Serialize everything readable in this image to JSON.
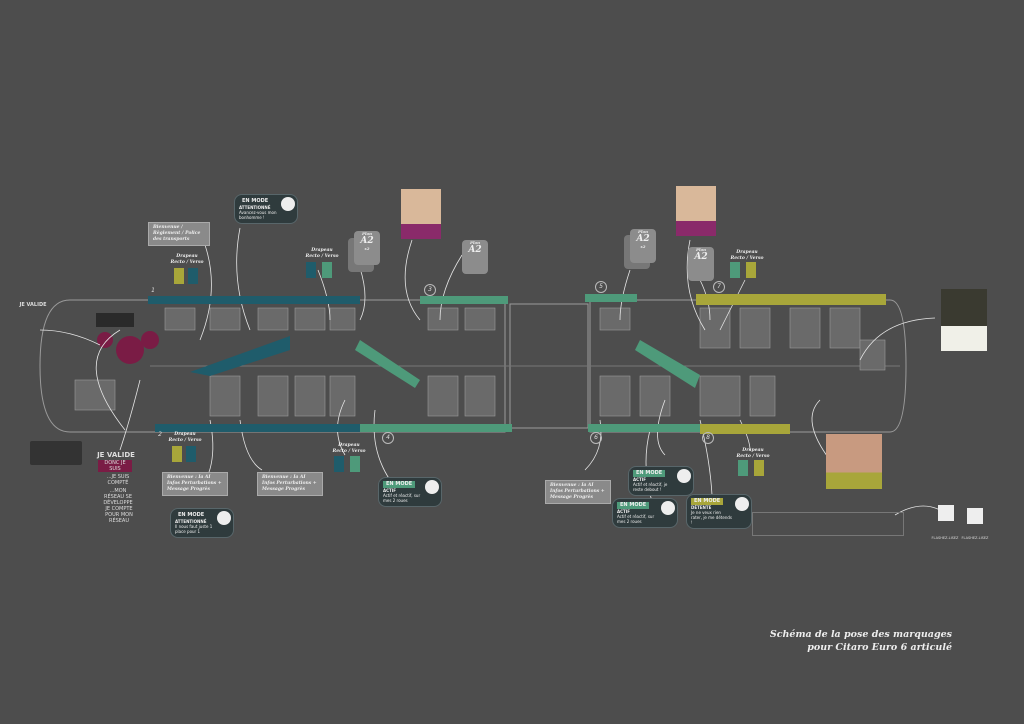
{
  "title": {
    "line1": "Schéma de la pose des marquages",
    "line2": "pour Citaro Euro 6 articulé"
  },
  "colors": {
    "background": "#4d4d4d",
    "teal": "#1f5c6b",
    "green": "#4e9a7a",
    "olive": "#a8a63a",
    "magenta": "#7a1c45",
    "grey": "#8a8a8a"
  },
  "notes": {
    "bienvenue_reglement": "Bienvenue / Règlement / Police des transports",
    "bienvenue_ia_1": "Bienvenue : Ia AI Infos Perturbations + Message Progrès",
    "bienvenue_ia_2": "Bienvenue : Ia AI Infos Perturbations + Message Progrès",
    "bienvenue_ia_3": "Bienvenue : Ia AI Infos Perturbations + Message Progrès"
  },
  "flag_label": "Drapeau Recto / Verso",
  "plans": {
    "label": "Plan",
    "size": "A2",
    "x2": "x2"
  },
  "numbers": [
    "1",
    "2",
    "3",
    "4",
    "5",
    "6",
    "7",
    "8"
  ],
  "badges": {
    "attentionne_top": {
      "head": "EN MODE",
      "title": "ATTENTIONNÉ",
      "text": "Avancez-vous mon bonhomme !"
    },
    "attentionne_bottom": {
      "head": "EN MODE",
      "title": "ATTENTIONNÉ",
      "text": "Il nous faut juste 1 place pour 1"
    },
    "actif_1": {
      "head": "EN MODE",
      "title": "ACTIF",
      "text": "Actif et réactif, sur mes 2 roues"
    },
    "actif_2": {
      "head": "EN MODE",
      "title": "ACTIF",
      "text": "Actif et réactif, je reste debout !"
    },
    "actif_3": {
      "head": "EN MODE",
      "title": "ACTIF",
      "text": "Actif et réactif, sur mes 2 roues"
    },
    "detente": {
      "head": "EN MODE",
      "title": "DÉTENTE",
      "text": "Je ne veux rien rater, je me détends !"
    }
  },
  "je_valide": {
    "title": "JE VALIDE",
    "sub": "DONC JE SUIS",
    "lines": [
      "...JE SUIS COMPTÉ",
      "...MON RÉSEAU SE DÉVELOPPE",
      "JE COMPTE POUR MON RÉSEAU"
    ]
  },
  "flashez": "FLASHEZ-LISEZ"
}
